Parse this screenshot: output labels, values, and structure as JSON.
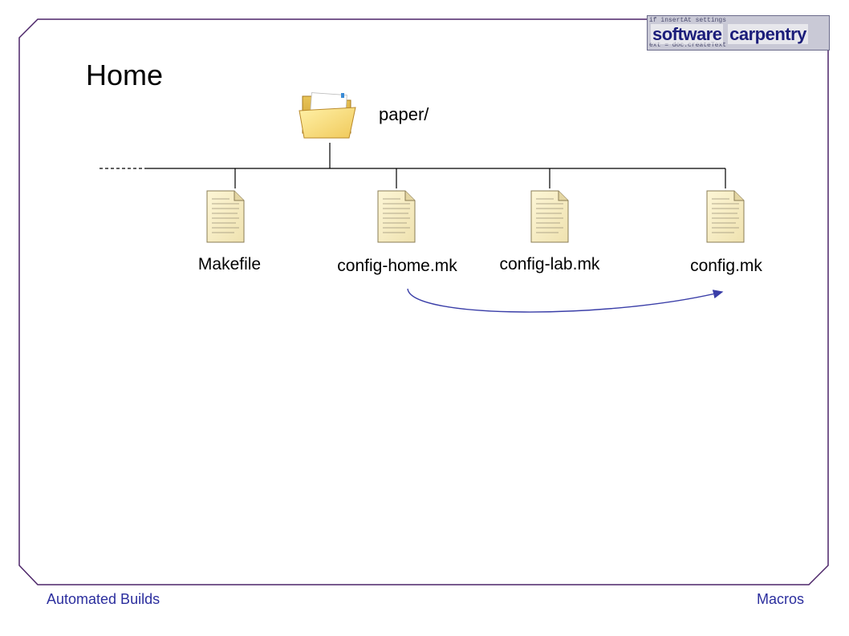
{
  "slide": {
    "title": "Home",
    "colors": {
      "frame": "#4b2468",
      "footer_text": "#2b2e9e",
      "arrow": "#3a3ea8"
    }
  },
  "logo": {
    "words": [
      "software",
      "carpentry"
    ],
    "code_lines": [
      "if insertAt settings",
      "ext = doc.createText"
    ]
  },
  "tree": {
    "folder": {
      "label": "paper/",
      "icon": "folder-icon"
    },
    "files": [
      {
        "label": "Makefile",
        "icon": "document-icon"
      },
      {
        "label": "config-home.mk",
        "icon": "document-icon"
      },
      {
        "label": "config-lab.mk",
        "icon": "document-icon"
      },
      {
        "label": "config.mk",
        "icon": "document-icon"
      }
    ]
  },
  "footer": {
    "left": "Automated Builds",
    "right": "Macros"
  }
}
